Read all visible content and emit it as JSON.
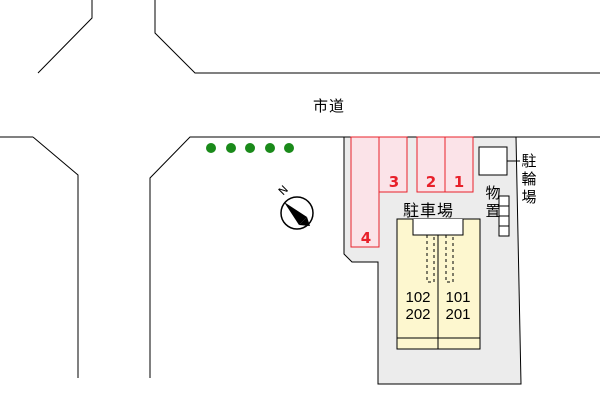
{
  "road_label": "市道",
  "parking_label": "駐車場",
  "bicycle_parking_label": "駐輪場",
  "storage_label": "物置",
  "parking_spaces": [
    "1",
    "2",
    "3",
    "4"
  ],
  "building": {
    "left_units": [
      "102",
      "202"
    ],
    "right_units": [
      "101",
      "201"
    ]
  },
  "colors": {
    "site": "#ececec",
    "parking_fill": "#fbe3e8",
    "parking_stroke": "#e8202a",
    "building_fill": "#fdf7cf",
    "tree": "#1a8a1a"
  },
  "icons": {
    "north_arrow": "compass-north-arrow-icon",
    "trees": "tree-icon"
  }
}
